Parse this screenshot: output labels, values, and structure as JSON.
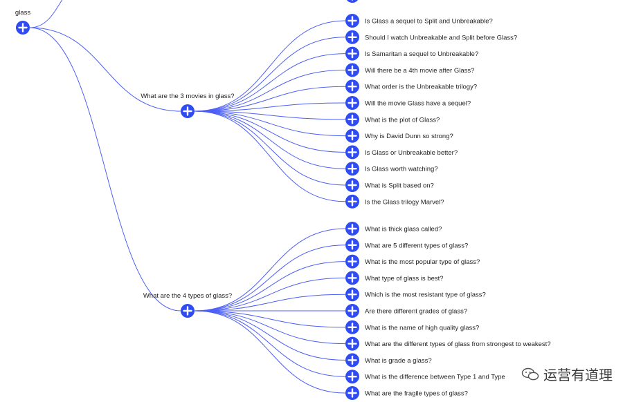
{
  "mindmap": {
    "root": {
      "label": "glass"
    },
    "branches": [
      {
        "label": "What are the 3 movies in glass?",
        "leaves": [
          "Is Glass a sequel to Split and Unbreakable?",
          "Should I watch Unbreakable and Split before Glass?",
          "Is Samaritan a sequel to Unbreakable?",
          "Will there be a 4th movie after Glass?",
          "What order is the Unbreakable trilogy?",
          "Will the movie Glass have a sequel?",
          "What is the plot of Glass?",
          "Why is David Dunn so strong?",
          "Is Glass or Unbreakable better?",
          "Is Glass worth watching?",
          "What is Split based on?",
          "Is the Glass trilogy Marvel?"
        ]
      },
      {
        "label": "What are the 4 types of glass?",
        "leaves": [
          "What is thick glass called?",
          "What are 5 different types of glass?",
          "What is the most popular type of glass?",
          "What type of glass is best?",
          "Which is the most resistant type of glass?",
          "Are there different grades of glass?",
          "What is the name of high quality glass?",
          "What are the different types of glass from strongest to weakest?",
          "What is grade a glass?",
          "What is the difference between Type 1 and Type",
          "What are the fragile types of glass?"
        ]
      }
    ]
  },
  "watermark": {
    "text": "运营有道理"
  },
  "colors": {
    "node": "#2f4cf2",
    "link": "#4c5ff5",
    "text": "#222222"
  },
  "icons": {
    "expand": "plus-circle-icon"
  }
}
